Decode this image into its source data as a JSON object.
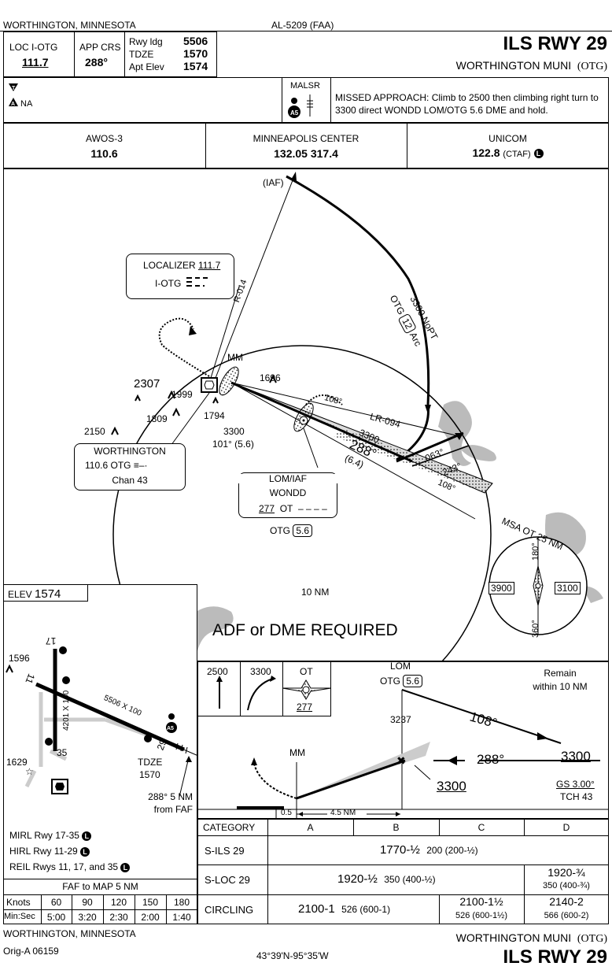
{
  "header": {
    "location": "WORTHINGTON, MINNESOTA",
    "procedure_id": "AL-5209 (FAA)",
    "title": "ILS RWY 29",
    "airport": "WORTHINGTON MUNI",
    "airport_id": "(OTG)"
  },
  "briefing": {
    "loc_label": "LOC I-OTG",
    "loc_freq": "111.7",
    "app_crs_label": "APP CRS",
    "app_crs": "288°",
    "rwy_ldg_label": "Rwy ldg",
    "rwy_ldg": "5506",
    "tdze_label": "TDZE",
    "tdze": "1570",
    "apt_elev_label": "Apt Elev",
    "apt_elev": "1574",
    "na_text": "NA",
    "malsr": "MALSR",
    "missed_approach": "MISSED APPROACH: Climb to 2500 then climbing right turn to 3300 direct WONDD LOM/OTG 5.6 DME and hold."
  },
  "comms": {
    "awos_label": "AWOS-3",
    "awos_freq": "110.6",
    "center_label": "MINNEAPOLIS CENTER",
    "center_freq": "132.05  317.4",
    "unicom_label": "UNICOM",
    "unicom_freq": "122.8",
    "unicom_ctaf": "(CTAF)",
    "unicom_note": "L"
  },
  "plan": {
    "iaf": "(IAF)",
    "localizer_label": "LOCALIZER",
    "localizer_freq": "111.7",
    "localizer_id": "I-OTG",
    "radial": "R-014",
    "arc_text": "3300 NoPT",
    "arc_otg": "OTG",
    "arc_dme": "12",
    "arc_word": "Arc",
    "mm": "MM",
    "ob_1696": "1696",
    "ob_2307": "2307",
    "ob_1999": "1999",
    "ob_1809": "1809",
    "ob_1794": "1794",
    "ob_2150": "2150",
    "alt_3300a": "3300",
    "crs_101": "101° (5.6)",
    "hold_108": "108°",
    "lr094": "LR-094",
    "alt_3300b": "3300",
    "crs_288": "288°",
    "dist_64": "(6.4)",
    "crs_063": "063°",
    "crs_243": "243°",
    "crs_108b": "108°",
    "vor_name": "WORTHINGTON",
    "vor_freq": "110.6",
    "vor_id": "OTG",
    "vor_chan": "Chan 43",
    "lom_label": "LOM/IAF",
    "lom_name": "WONDD",
    "lom_freq": "277",
    "lom_id": "OT",
    "lom_dme_id": "OTG",
    "lom_dme": "5.6",
    "ring": "10 NM",
    "msa_title": "MSA OT 25 NM",
    "msa_180": "180°",
    "msa_360": "360°",
    "msa_3900": "3900",
    "msa_3100": "3100",
    "adf_req": "ADF or DME REQUIRED"
  },
  "airport_diagram": {
    "elev_label": "ELEV",
    "elev": "1574",
    "ob_1596": "1596",
    "ob_1629": "1629",
    "rwy17": "17",
    "rwy11": "11",
    "rwy35": "35",
    "rwy29": "29",
    "dim_main": "5506 X 100",
    "dim_cross": "4201 X 100",
    "tdze_label": "TDZE",
    "tdze": "1570",
    "faf_note_1": "288° 5 NM",
    "faf_note_2": "from FAF"
  },
  "lighting": {
    "line1": "MIRL Rwy 17-35",
    "line2": "HIRL Rwy 11-29",
    "line3": "REIL Rwys 11, 17, and 35"
  },
  "timing": {
    "title": "FAF to MAP  5 NM",
    "knots_label": "Knots",
    "minsec_label": "Min:Sec",
    "knots": [
      "60",
      "90",
      "120",
      "150",
      "180"
    ],
    "times": [
      "5:00",
      "3:20",
      "2:30",
      "2:00",
      "1:40"
    ]
  },
  "profile": {
    "icon_2500": "2500",
    "icon_3300": "3300",
    "icon_ot": "OT",
    "icon_277": "277",
    "lom": "LOM",
    "lom_id": "OTG",
    "lom_dme": "5.6",
    "remain_1": "Remain",
    "remain_2": "within 10 NM",
    "hold_108": "108°",
    "alt_3237": "3237",
    "mm": "MM",
    "crs_288": "288°",
    "alt_3300": "3300",
    "alt_3300_gs": "3300",
    "gs": "GS 3.00°",
    "tch": "TCH 43",
    "dist_05": "0.5",
    "dist_45": "4.5 NM"
  },
  "minimums": {
    "headers": [
      "CATEGORY",
      "A",
      "B",
      "C",
      "D"
    ],
    "sils_label": "S-ILS 29",
    "sils_main": "1770-½",
    "sils_hat": "200 (200-½)",
    "sloc_label": "S-LOC 29",
    "sloc_abc": "1920-½",
    "sloc_abc_hat": "350 (400-½)",
    "sloc_d": "1920-¾",
    "sloc_d_hat": "350 (400-¾)",
    "circ_label": "CIRCLING",
    "circ_ab": "2100-1",
    "circ_ab_hat": "526 (600-1)",
    "circ_c": "2100-1½",
    "circ_c_hat": "526 (600-1½)",
    "circ_d": "2140-2",
    "circ_d_hat": "566 (600-2)"
  },
  "footer": {
    "location": "WORTHINGTON, MINNESOTA",
    "orig": "Orig-A  06159",
    "coords": "43°39'N-95°35'W",
    "airport": "WORTHINGTON MUNI",
    "airport_id": "(OTG)",
    "title": "ILS RWY 29"
  }
}
